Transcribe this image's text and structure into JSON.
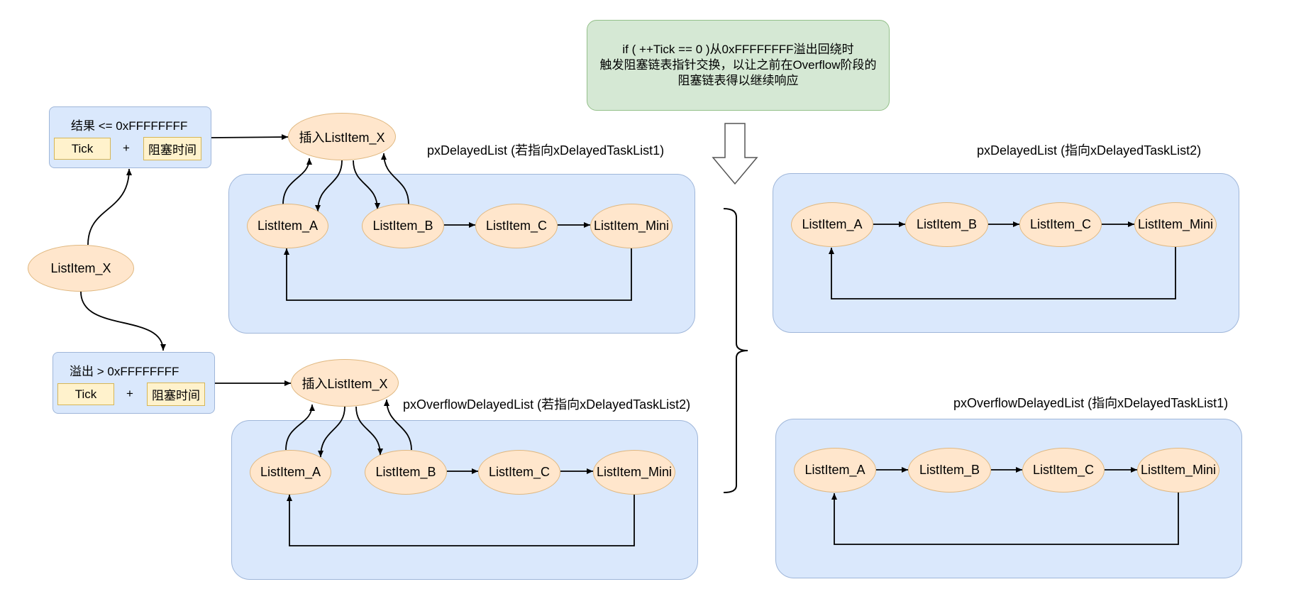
{
  "note": {
    "lines": [
      "if ( ++Tick == 0 )从0xFFFFFFFF溢出回绕时",
      "触发阻塞链表指针交换，以让之前在Overflow阶段的",
      "阻塞链表得以继续响应"
    ]
  },
  "left": {
    "listitem_x": "ListItem_X",
    "formula_normal": {
      "title": "结果 <= 0xFFFFFFFF",
      "tick": "Tick",
      "plus": "+",
      "block_time": "阻塞时间"
    },
    "formula_overflow": {
      "title": "溢出 > 0xFFFFFFFF",
      "tick": "Tick",
      "plus": "+",
      "block_time": "阻塞时间"
    }
  },
  "before": {
    "delayed": {
      "title": "pxDelayedList (若指向xDelayedTaskList1)",
      "insert": "插入ListItem_X",
      "items": [
        "ListItem_A",
        "ListItem_B",
        "ListItem_C",
        "ListItem_Mini"
      ]
    },
    "overflow": {
      "title": "pxOverflowDelayedList (若指向xDelayedTaskList2)",
      "insert": "插入ListItem_X",
      "items": [
        "ListItem_A",
        "ListItem_B",
        "ListItem_C",
        "ListItem_Mini"
      ]
    }
  },
  "after": {
    "delayed": {
      "title": "pxDelayedList (指向xDelayedTaskList2)",
      "items": [
        "ListItem_A",
        "ListItem_B",
        "ListItem_C",
        "ListItem_Mini"
      ]
    },
    "overflow": {
      "title": "pxOverflowDelayedList (指向xDelayedTaskList1)",
      "items": [
        "ListItem_A",
        "ListItem_B",
        "ListItem_C",
        "ListItem_Mini"
      ]
    }
  },
  "colors": {
    "panel": "#dae8fc",
    "node": "#ffe6cc",
    "chip": "#fff2cc",
    "note": "#d5e8d4"
  }
}
